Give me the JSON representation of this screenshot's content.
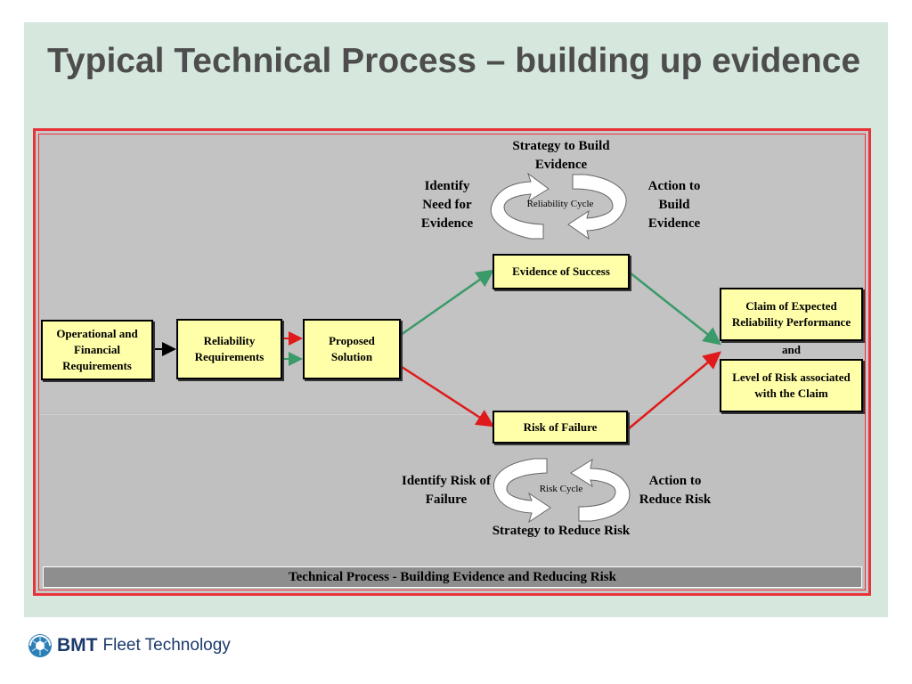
{
  "slide": {
    "title": "Typical Technical Process – building up evidence"
  },
  "diagram": {
    "boxes": {
      "operational": "Operational and Financial Requirements",
      "reliability": "Reliability Requirements",
      "proposed": "Proposed Solution",
      "evidence_success": "Evidence of Success",
      "risk_failure": "Risk of Failure",
      "claim": "Claim of Expected Reliability Performance",
      "level_of_risk": "Level of Risk associated with the Claim"
    },
    "and_label": "and",
    "reliability_cycle": {
      "name": "Reliability Cycle",
      "top": "Strategy to Build Evidence",
      "left": "Identify Need for Evidence",
      "right": "Action to Build Evidence"
    },
    "risk_cycle": {
      "name": "Risk Cycle",
      "bottom": "Strategy to Reduce Risk",
      "left": "Identify Risk of Failure",
      "right": "Action to Reduce Risk"
    },
    "footer": "Technical Process - Building Evidence and Reducing Risk",
    "colors": {
      "evidence_arrow": "#3a9a6a",
      "risk_arrow": "#e01a1a",
      "box_fill": "#ffffaa",
      "frame": "#e8333a"
    }
  },
  "logo": {
    "brand": "BMT",
    "tagline": "Fleet Technology",
    "icon": "bmt-globe-icon"
  }
}
